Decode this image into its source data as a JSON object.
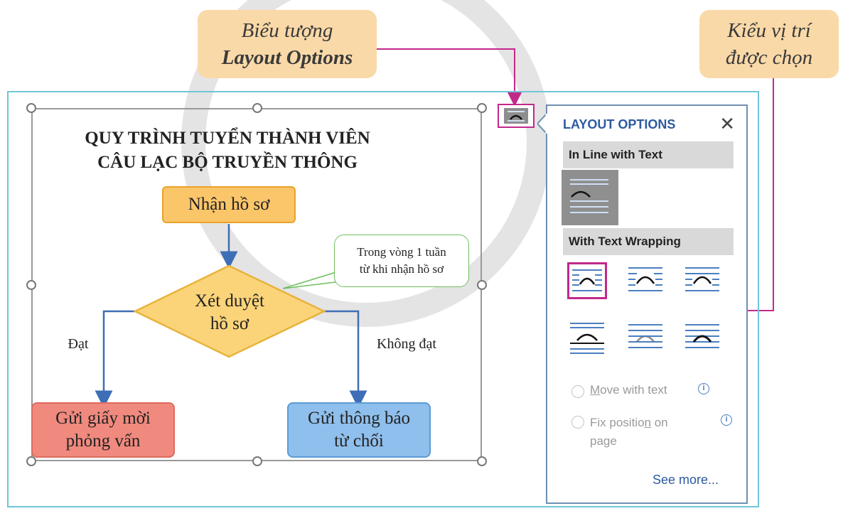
{
  "callouts": {
    "layout_icon": {
      "line1": "Biểu tượng",
      "line2": "Layout Options"
    },
    "selected_position": {
      "line1": "Kiểu vị trí",
      "line2": "được chọn"
    }
  },
  "flowchart": {
    "title_line1": "QUY TRÌNH TUYỂN THÀNH VIÊN",
    "title_line2": "CÂU LẠC BỘ TRUYỀN THÔNG",
    "receive": "Nhận hồ sơ",
    "review_line1": "Xét duyệt",
    "review_line2": "hồ sơ",
    "note_line1": "Trong vòng 1 tuần",
    "note_line2": "từ khi nhận hồ sơ",
    "pass_label": "Đạt",
    "fail_label": "Không đạt",
    "invite_line1": "Gửi giấy mời",
    "invite_line2": "phỏng vấn",
    "reject_line1": "Gửi thông báo",
    "reject_line2": "từ chối"
  },
  "layout_options": {
    "title": "LAYOUT OPTIONS",
    "close": "✕",
    "inline_section": "In Line with Text",
    "wrapping_section": "With Text Wrapping",
    "move_with_text_prefix": "M",
    "move_with_text_rest": "ove with text",
    "fix_position_part1": "Fix positio",
    "fix_position_part2": "n",
    "fix_position_part3": " on",
    "fix_position_line2": "page",
    "info_glyph": "i",
    "see_more": "See more..."
  },
  "colors": {
    "callout_bg": "#fad9a8",
    "magenta": "#c2298a",
    "receive_fill": "#fbc56a",
    "receive_border": "#e8a32a",
    "diamond_fill": "#fbd47a",
    "diamond_border": "#e8b33a",
    "invite_fill": "#f08a7e",
    "invite_border": "#de6b5e",
    "reject_fill": "#8fbfec",
    "reject_border": "#5b9bd5",
    "arrow_blue": "#3e6eb5",
    "note_border": "#6fbf5e",
    "pane_border": "#6f8fb0",
    "accent_text": "#2d5aa0"
  }
}
